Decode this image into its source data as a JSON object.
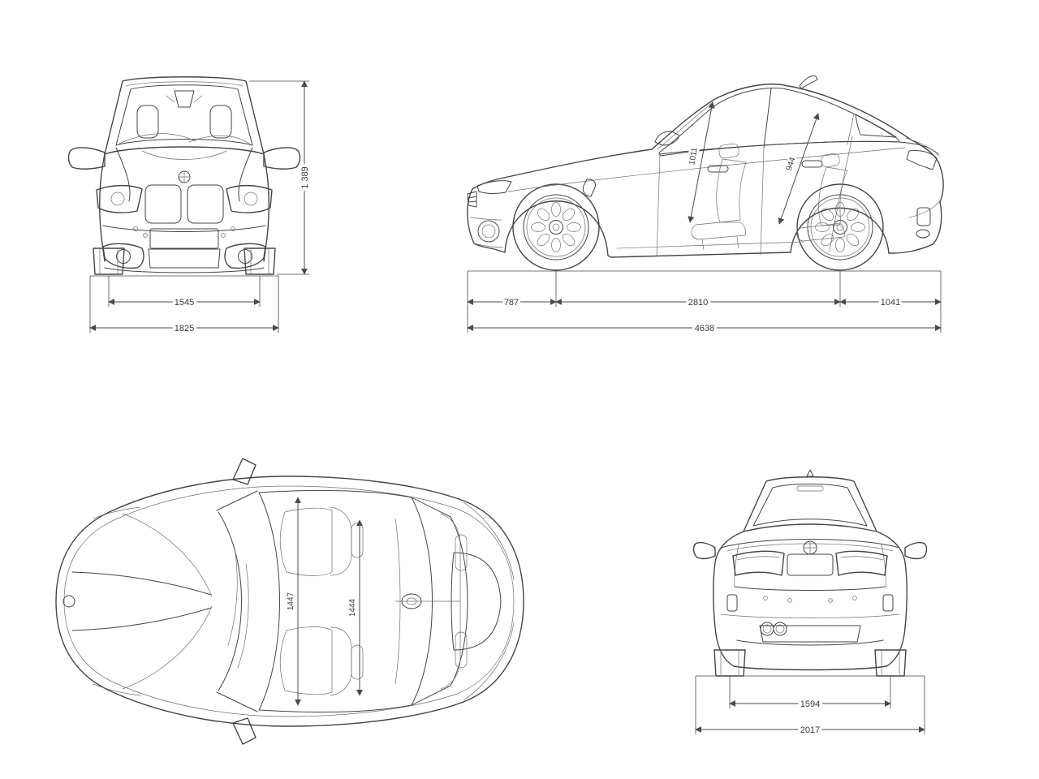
{
  "colors": {
    "background": "#ffffff",
    "line": "#454545",
    "line_light": "#6f6f6f",
    "dimension": "#4a4a4a",
    "text": "#3a3a3a"
  },
  "views": {
    "front_view": {
      "dimensions": {
        "front_track": "1545",
        "overall_width": "1825",
        "overall_height": "1 389"
      }
    },
    "side_view": {
      "dimensions": {
        "front_overhang": "787",
        "wheelbase": "2810",
        "rear_overhang": "1041",
        "overall_length": "4638",
        "interior_height_front": "1011",
        "interior_height_rear": "944"
      }
    },
    "top_view": {
      "dimensions": {
        "interior_width_front": "1447",
        "interior_width_rear": "1444"
      }
    },
    "rear_view": {
      "dimensions": {
        "rear_track": "1594",
        "overall_width_incl_mirrors": "2017"
      }
    }
  }
}
